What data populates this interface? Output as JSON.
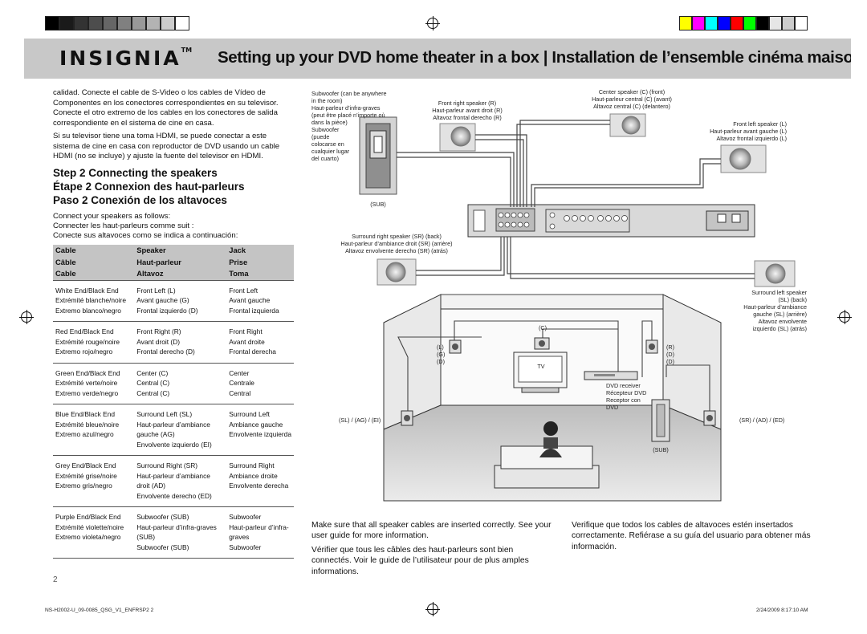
{
  "header": {
    "logo_text": "INSIGNIA",
    "logo_tm": "TM",
    "title": "Setting up your DVD home theater in a box | Installation de l’ensemble cinéma maison  av"
  },
  "colors": {
    "header_bg": "#c8c8c8",
    "table_header_bg": "#c4c4c4",
    "gray_bars": [
      "#000000",
      "#1a1a1a",
      "#333333",
      "#4d4d4d",
      "#666666",
      "#808080",
      "#999999",
      "#b3b3b3",
      "#cccccc",
      "#e6e6e6",
      "#ffffff"
    ],
    "color_bars": [
      "#ffff00",
      "#ff00ff",
      "#00ffff",
      "#0000ff",
      "#ff0000",
      "#00ff00",
      "#000000",
      "#e6e6e6",
      "#cccccc",
      "#ffffff"
    ]
  },
  "intro": {
    "p1": "calidad. Conecte el cable de S-Video o los cables de Vídeo de Componentes en los conectores correspondientes en su televisor. Conecte el otro extremo de los cables en los conectores de salida correspondiente en el sistema de cine en casa.",
    "p2": "Si su televisor tiene una toma HDMI, se puede conectar a este sistema de cine en casa con reproductor de DVD usando un cable HDMI (no se incluye) y ajuste la fuente del televisor en HDMI."
  },
  "step": {
    "en": "Step 2 Connecting the speakers",
    "fr": "Étape 2 Connexion des haut-parleurs",
    "es": "Paso 2 Conexión de los altavoces"
  },
  "connect": {
    "en": "Connect your speakers as follows:",
    "fr": "Connecter les haut-parleurs comme suit :",
    "es": "Conecte sus altavoces como se indica a continuación:"
  },
  "table": {
    "headers": [
      [
        "Cable",
        "Speaker",
        "Jack"
      ],
      [
        "Câble",
        "Haut-parleur",
        "Prise"
      ],
      [
        "Cable",
        "Altavoz",
        "Toma"
      ]
    ],
    "rows": [
      {
        "c1": [
          "White End/Black End",
          "Extrémité blanche/noire",
          "Extremo blanco/negro"
        ],
        "c2": [
          "Front Left (L)",
          "Avant gauche (G)",
          "Frontal izquierdo (D)"
        ],
        "c3": [
          "Front Left",
          "Avant gauche",
          "Frontal izquierda"
        ]
      },
      {
        "c1": [
          "Red End/Black End",
          "Extrémité rouge/noire",
          "Extremo rojo/negro"
        ],
        "c2": [
          "Front Right (R)",
          "Avant droit (D)",
          "Frontal derecho (D)"
        ],
        "c3": [
          "Front Right",
          "Avant droite",
          "Frontal derecha"
        ]
      },
      {
        "c1": [
          "Green End/Black End",
          "Extrémité verte/noire",
          "Extremo verde/negro"
        ],
        "c2": [
          "Center (C)",
          "Central (C)",
          "Central (C)"
        ],
        "c3": [
          "Center",
          "Centrale",
          "Central"
        ]
      },
      {
        "c1": [
          "Blue End/Black End",
          "Extrémité bleue/noire",
          "Extremo azul/negro"
        ],
        "c2": [
          "Surround Left (SL)",
          "Haut-parleur d’ambiance",
          "gauche (AG)",
          "Envolvente izquierdo (EI)"
        ],
        "c3": [
          "Surround Left",
          "Ambiance gauche",
          "Envolvente izquierda"
        ]
      },
      {
        "c1": [
          "Grey End/Black End",
          "Extrémité grise/noire",
          "Extremo gris/negro"
        ],
        "c2": [
          "Surround Right (SR)",
          "Haut-parleur d’ambiance",
          "droit (AD)",
          "Envolvente derecho (ED)"
        ],
        "c3": [
          "Surround Right",
          "Ambiance droite",
          "Envolvente derecha"
        ]
      },
      {
        "c1": [
          "Purple End/Black End",
          "Extrémité violette/noire",
          "Extremo violeta/negro"
        ],
        "c2": [
          "Subwoofer (SUB)",
          "Haut-parleur d’infra-graves",
          "(SUB)",
          "Subwoofer (SUB)"
        ],
        "c3": [
          "Subwoofer",
          "Haut-parleur d’infra-",
          "graves",
          "Subwoofer"
        ]
      }
    ]
  },
  "diagram": {
    "subwoofer_lines": [
      "Subwoofer (can be anywhere",
      "in the room)",
      "Haut-parleur d’infra-graves",
      "(peut être placé n’importe où",
      "dans la pièce)",
      "Subwoofer",
      "(puede",
      "colocarse en",
      "cualquier lugar",
      "del cuarto)"
    ],
    "sub_label": "(SUB)",
    "front_right": [
      "Front right speaker (R)",
      "Haut-parleur avant droit (R)",
      "Altavoz frontal derecho (R)"
    ],
    "center": [
      "Center speaker (C) (front)",
      "Haut-parleur central (C) (avant)",
      "Altavoz central (C) (delantero)"
    ],
    "front_left": [
      "Front left speaker (L)",
      "Haut-parleur avant gauche (L)",
      "Altavoz frontal izquierdo (L)"
    ],
    "surround_right": [
      "Surround right speaker (SR) (back)",
      "Haut-parleur d’ambiance droit (SR) (arrière)",
      "Altavoz envolvente derecho (SR) (atrás)"
    ],
    "surround_left": [
      "Surround left speaker",
      "(SL) (back)",
      "Haut-parleur d’ambiance",
      "gauche (SL) (arrière)",
      "Altavoz envolvente",
      "izquierdo (SL) (atrás)"
    ],
    "room_c": "(C)",
    "room_lgd": [
      "(L)",
      "(G)",
      "(D)"
    ],
    "room_rdd": [
      "(R)",
      "(D)",
      "(D)"
    ],
    "tv": "TV",
    "receiver": [
      "DVD receiver",
      "Récepteur DVD",
      "Receptor con",
      "DVD"
    ],
    "sl_code": "(SL) / (AG) / (EI)",
    "sr_code": "(SR) / (AD) / (ED)",
    "room_sub": "(SUB)"
  },
  "bottom": {
    "en": "Make sure that all speaker cables are inserted correctly. See your user guide for more information.",
    "fr": "Vérifier que tous les câbles des haut-parleurs sont bien connectés. Voir le guide de l’utilisateur pour de plus amples informations.",
    "es": "Verifique que todos los cables de altavoces estén insertados correctamente. Refiérase a su guía del usuario para obtener más información."
  },
  "page_number": "2",
  "footer": {
    "left": "NS-H2002-U_09-0085_QSG_V1_ENFRSP2   2",
    "right": "2/24/2009   8:17:10 AM"
  }
}
